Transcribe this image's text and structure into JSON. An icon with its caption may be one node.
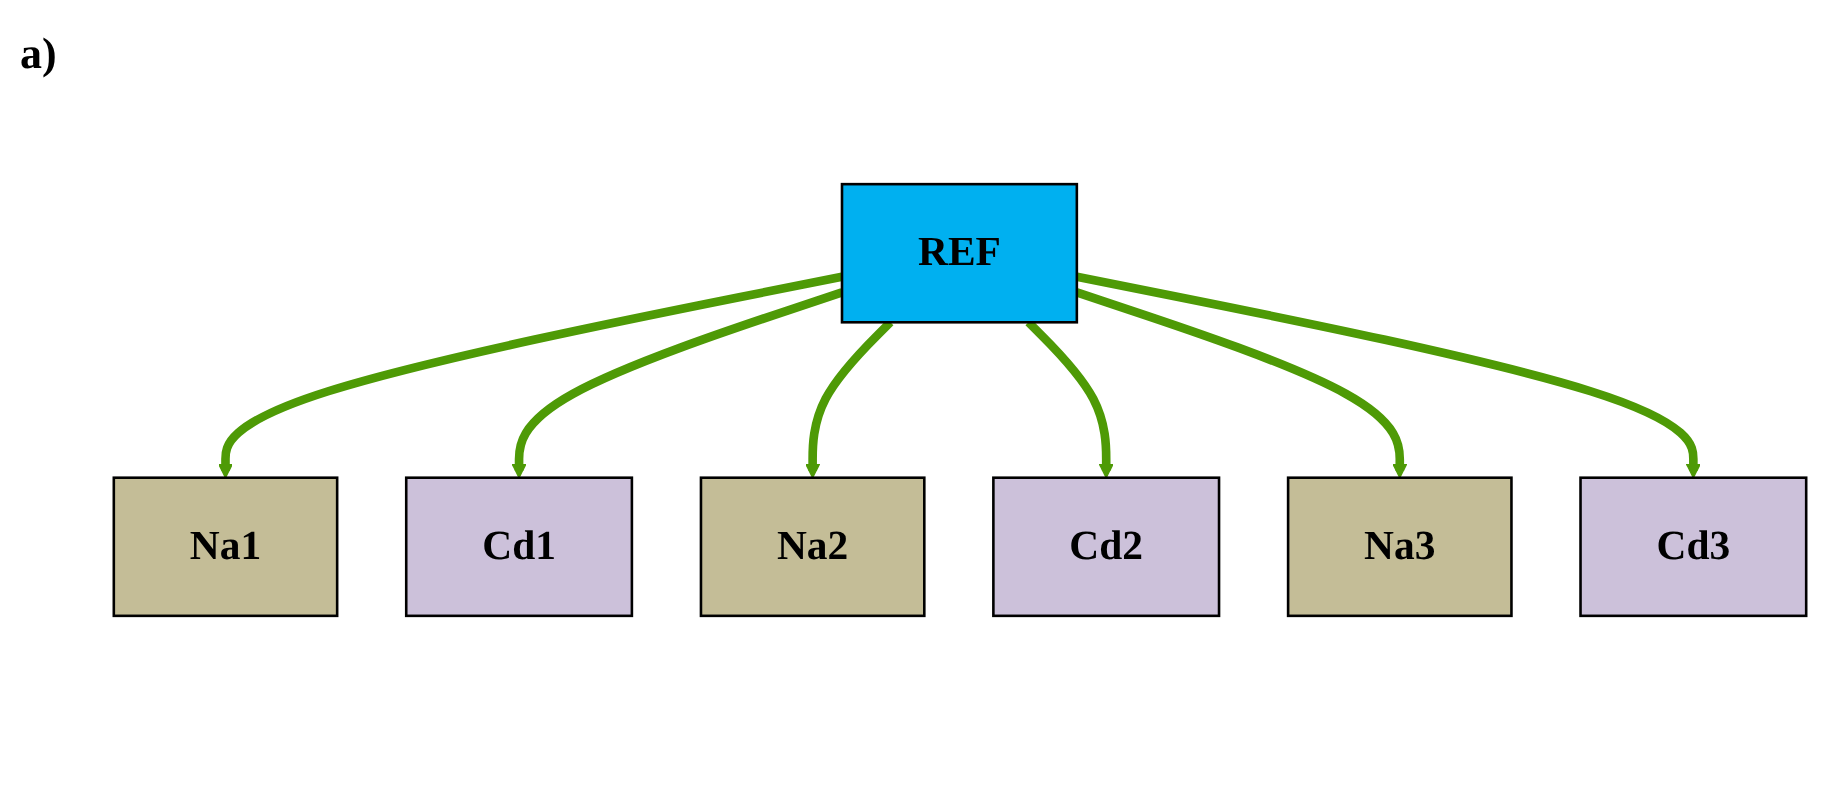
{
  "diagram": {
    "nodes": [
      {
        "text": [
          "Na1"
        ]
      },
      {
        "text": [
          "Cd1"
        ]
      },
      {
        "text": [
          "Na2"
        ]
      },
      {
        "text": [
          "REF"
        ]
      },
      {
        "text": [
          "Cd2"
        ]
      },
      {
        "text": [
          "Na3"
        ]
      },
      {
        "text": [
          "Cd3"
        ]
      }
    ],
    "edges": [
      {
        "from": 3,
        "to": 0,
        "arrow": "to"
      },
      {
        "from": 3,
        "to": 1,
        "arrow": "to"
      },
      {
        "from": 3,
        "to": 2,
        "arrow": "to"
      },
      {
        "from": 3,
        "to": 4,
        "arrow": "to"
      },
      {
        "from": 3,
        "to": 5,
        "arrow": "to"
      },
      {
        "from": 3,
        "to": 6,
        "arrow": "to"
      }
    ],
    "labels": [
      "a)"
    ]
  }
}
